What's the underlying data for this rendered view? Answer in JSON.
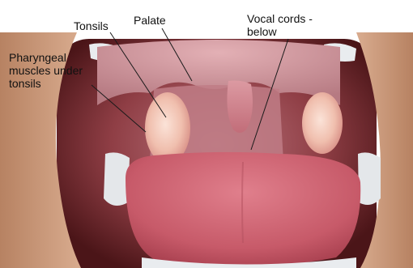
{
  "labels": {
    "tonsils": "Tonsils",
    "palate": "Palate",
    "vocal_cords": "Vocal cords -\nbelow",
    "pharyngeal": "Pharyngeal\nmuscles under\ntonsils"
  },
  "colors": {
    "background": "#ffffff",
    "throat_dark": "#5e1f22",
    "throat_pink": "#c07d86",
    "uvula": "#d17f8b",
    "tonsil": "#f2c6b8",
    "tongue": "#d46a78",
    "skin": "#cfa082",
    "teeth": "#e6e9ec",
    "leader_line": "#1a1a1a"
  }
}
